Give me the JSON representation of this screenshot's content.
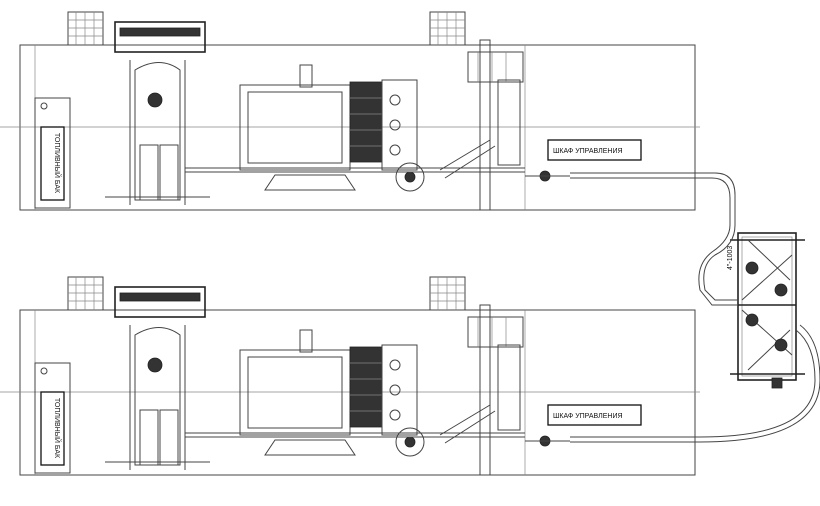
{
  "diagram": {
    "units": [
      {
        "fuel_tank_label": "ТОПЛИВНЫЙ БАК",
        "control_cabinet_label": "ШКАФ УПРАВЛЕНИЯ"
      },
      {
        "fuel_tank_label": "ТОПЛИВНЫЙ БАК",
        "control_cabinet_label": "ШКАФ УПРАВЛЕНИЯ"
      }
    ],
    "manifold_label": "4\"-1003"
  }
}
